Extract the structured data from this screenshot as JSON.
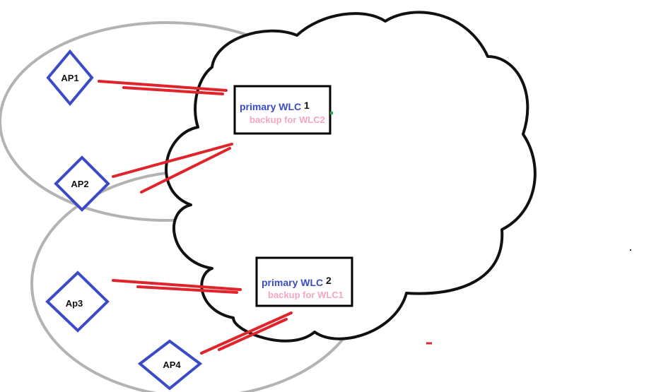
{
  "access_points": [
    {
      "id": "ap1",
      "label": "AP1"
    },
    {
      "id": "ap2",
      "label": "AP2"
    },
    {
      "id": "ap3",
      "label": "Ap3"
    },
    {
      "id": "ap4",
      "label": "AP4"
    }
  ],
  "controllers": [
    {
      "id": "wlc1",
      "primary": "primary WLC",
      "number": "1",
      "backup": "backup for WLC2"
    },
    {
      "id": "wlc2",
      "primary": "primary WLC",
      "number": "2",
      "backup": "backup for WLC1"
    }
  ],
  "colors": {
    "ap_outline": "#3a4bc8",
    "primary_text": "#3a4bc8",
    "backup_text": "#f4a6c0",
    "link": "#e0242c",
    "cloud": "#111111",
    "coverage": "#b3b3b3"
  }
}
